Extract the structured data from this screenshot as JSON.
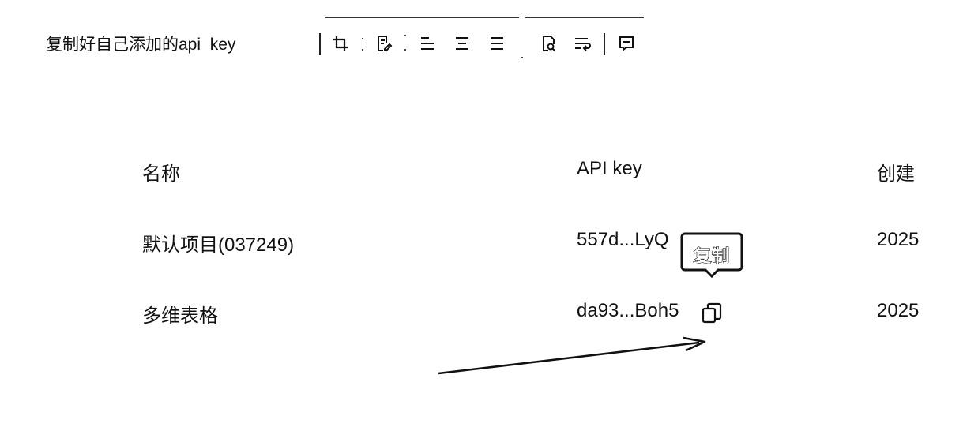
{
  "caption": "复制好自己添加的api  key",
  "toolbar": {
    "tools": [
      "crop-icon",
      "edit-note-icon",
      "align-left-icon",
      "align-center-icon",
      "align-right-icon",
      "link-icon",
      "text-wrap-icon",
      "comment-icon"
    ]
  },
  "table": {
    "headers": [
      "名称",
      "API key",
      "创建"
    ],
    "rows": [
      {
        "name": "默认项目(037249)",
        "key": "557d...LyQ",
        "created": "2025"
      },
      {
        "name": "多维表格",
        "key": "da93...Boh5",
        "created": "2025"
      }
    ]
  },
  "tooltip": {
    "label": "复制"
  },
  "colors": {
    "text": "#111111",
    "background": "#ffffff",
    "annotation": "#111111"
  }
}
